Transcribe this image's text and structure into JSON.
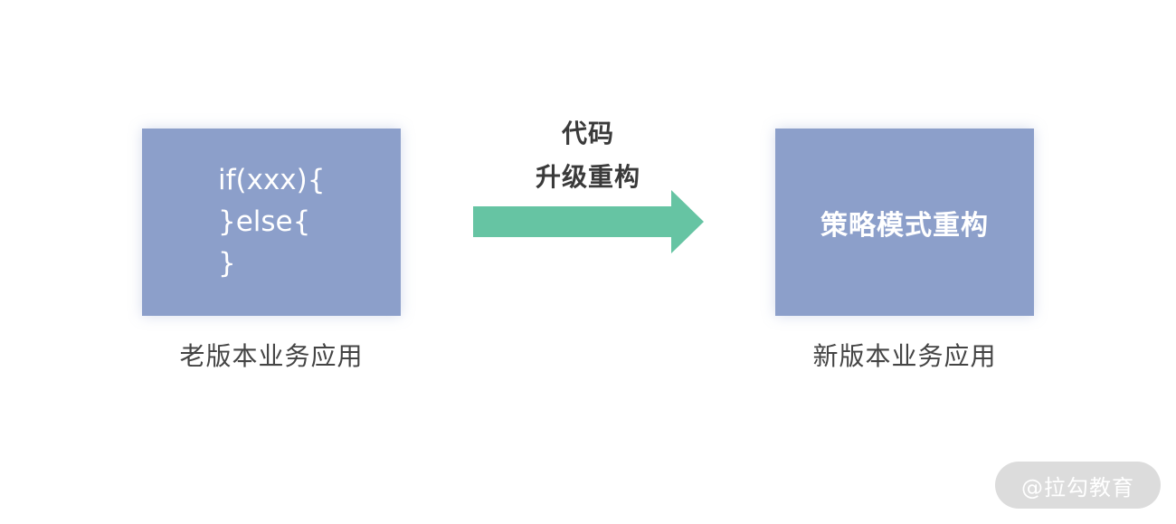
{
  "old_app": {
    "code_lines": [
      "if(xxx){",
      "}else{",
      "}"
    ],
    "caption": "老版本业务应用"
  },
  "arrow": {
    "label_line1": "代码",
    "label_line2": "升级重构",
    "color": "#66c4a3"
  },
  "new_app": {
    "box_label": "策略模式重构",
    "caption": "新版本业务应用"
  },
  "watermark": {
    "text": "@拉勾教育"
  },
  "colors": {
    "box_fill": "#8c9fca",
    "arrow": "#66c4a3",
    "caption_text": "#444444"
  }
}
